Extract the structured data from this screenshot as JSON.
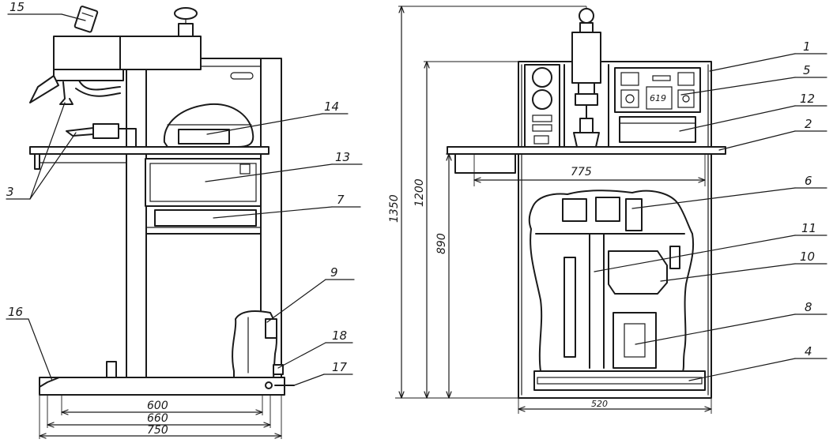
{
  "side_view": {
    "callouts": [
      "15",
      "14",
      "13",
      "7",
      "3",
      "9",
      "16",
      "18",
      "17"
    ],
    "dimensions": [
      "600",
      "660",
      "750"
    ]
  },
  "front_view": {
    "callouts": [
      "1",
      "5",
      "12",
      "2",
      "6",
      "11",
      "10",
      "8",
      "4"
    ],
    "dimensions": [
      "1350",
      "1200",
      "890",
      "775",
      "520"
    ],
    "panel_readout": "619"
  }
}
